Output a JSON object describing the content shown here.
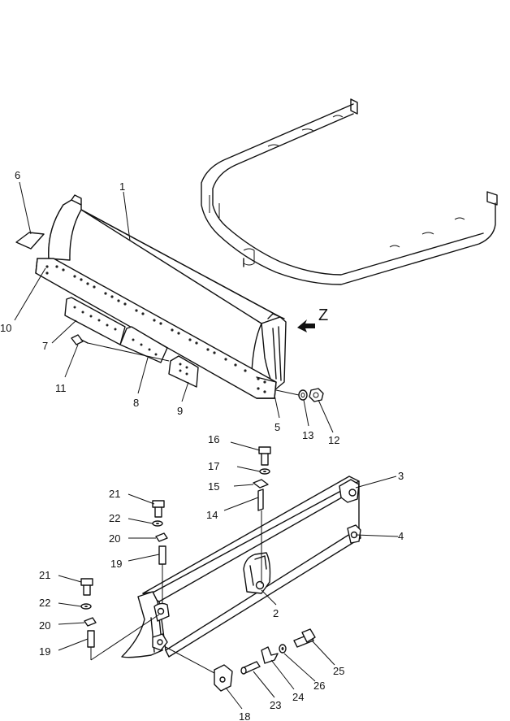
{
  "diagram": {
    "view_label": "Z",
    "callouts": [
      {
        "id": "c1",
        "text": "1"
      },
      {
        "id": "c2",
        "text": "2"
      },
      {
        "id": "c3",
        "text": "3"
      },
      {
        "id": "c4",
        "text": "4"
      },
      {
        "id": "c5",
        "text": "5"
      },
      {
        "id": "c6",
        "text": "6"
      },
      {
        "id": "c7",
        "text": "7"
      },
      {
        "id": "c8",
        "text": "8"
      },
      {
        "id": "c9",
        "text": "9"
      },
      {
        "id": "c10",
        "text": "10"
      },
      {
        "id": "c11",
        "text": "11"
      },
      {
        "id": "c12",
        "text": "12"
      },
      {
        "id": "c13",
        "text": "13"
      },
      {
        "id": "c14",
        "text": "14"
      },
      {
        "id": "c15",
        "text": "15"
      },
      {
        "id": "c16",
        "text": "16"
      },
      {
        "id": "c17",
        "text": "17"
      },
      {
        "id": "c18",
        "text": "18"
      },
      {
        "id": "c19a",
        "text": "19"
      },
      {
        "id": "c19b",
        "text": "19"
      },
      {
        "id": "c20a",
        "text": "20"
      },
      {
        "id": "c20b",
        "text": "20"
      },
      {
        "id": "c21a",
        "text": "21"
      },
      {
        "id": "c21b",
        "text": "21"
      },
      {
        "id": "c22a",
        "text": "22"
      },
      {
        "id": "c22b",
        "text": "22"
      },
      {
        "id": "c23",
        "text": "23"
      },
      {
        "id": "c24",
        "text": "24"
      },
      {
        "id": "c25",
        "text": "25"
      },
      {
        "id": "c26",
        "text": "26"
      }
    ]
  }
}
